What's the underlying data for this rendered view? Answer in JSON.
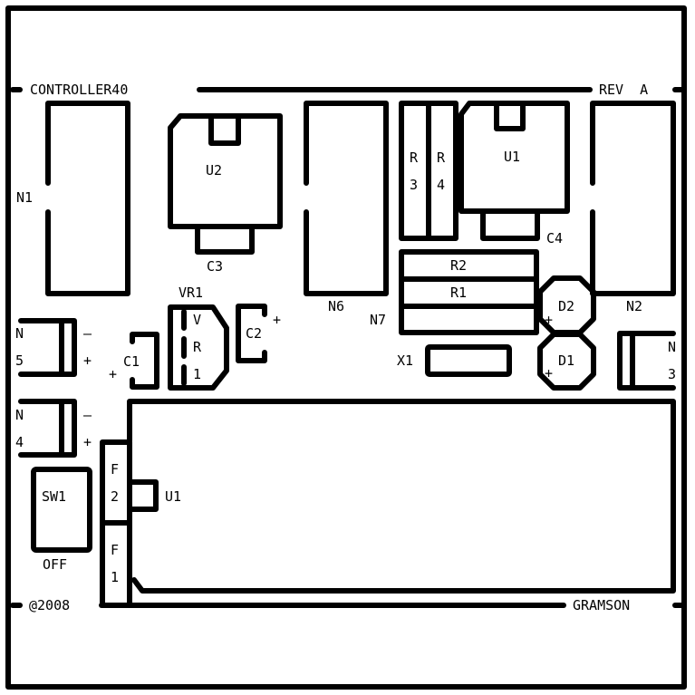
{
  "header": {
    "title": "CONTROLLER40",
    "revision": "REV  A"
  },
  "footer": {
    "copyright": "@2008",
    "author": "GRAMSON"
  },
  "components": {
    "n1": "N1",
    "n2": "N2",
    "n3_n": "N",
    "n3_num": "3",
    "n4_n": "N",
    "n4_num": "4",
    "n5_n": "N",
    "n5_num": "5",
    "n6": "N6",
    "n7": "N7",
    "u1_top": "U1",
    "u1_mid": "U1",
    "u2": "U2",
    "c1": "C1",
    "c2": "C2",
    "c3": "C3",
    "c4": "C4",
    "r1": "R1",
    "r2": "R2",
    "r3_r": "R",
    "r3_num": "3",
    "r4_r": "R",
    "r4_num": "4",
    "d1": "D1",
    "d2": "D2",
    "x1": "X1",
    "vr1": "VR1",
    "vr1_v": "V",
    "vr1_r": "R",
    "vr1_num": "1",
    "f1_f": "F",
    "f1_num": "1",
    "f2_f": "F",
    "f2_num": "2",
    "sw1": "SW1",
    "sw1_state": "OFF"
  },
  "polarity": {
    "plus": "+",
    "minus": "–"
  }
}
